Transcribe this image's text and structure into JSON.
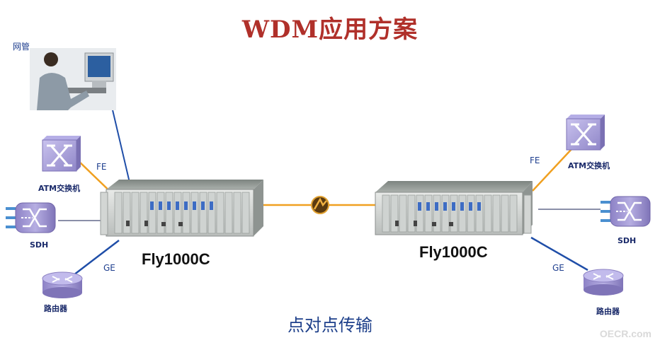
{
  "title": "WDM应用方案",
  "subtitle": "点对点传输",
  "nms_label": "网管",
  "left": {
    "device": "Fly1000C",
    "atm_label": "ATM交换机",
    "sdh_label": "SDH",
    "router_label": "路由器",
    "fe_label": "FE",
    "ge_label": "GE"
  },
  "right": {
    "device": "Fly1000C",
    "atm_label": "ATM交换机",
    "sdh_label": "SDH",
    "router_label": "路由器",
    "fe_label": "FE",
    "ge_label": "GE"
  },
  "watermark": "OECR.com",
  "colors": {
    "title": "#b0302a",
    "subtitle": "#1d3f8a",
    "fiber_link": "#f0a020",
    "ethernet_link": "#1f4ea8",
    "sdh_link": "#8a8fa8",
    "switch_icon": "#9a8fd0"
  }
}
